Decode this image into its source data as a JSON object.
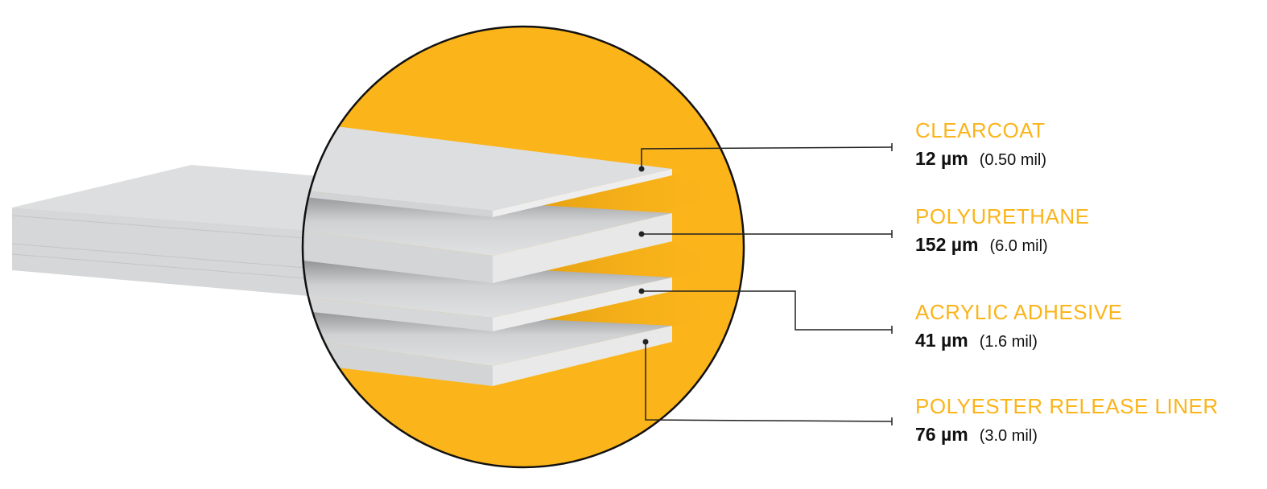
{
  "colors": {
    "accent": "#FBB41A",
    "circle_fill": "#FBB41A",
    "text_dark": "#111111",
    "layer_gray": "#DCDEE0"
  },
  "layers": [
    {
      "name": "CLEARCOAT",
      "thickness_um": "12 µm",
      "thickness_mil": "(0.50 mil)"
    },
    {
      "name": "POLYURETHANE",
      "thickness_um": "152 µm",
      "thickness_mil": "(6.0 mil)"
    },
    {
      "name": "ACRYLIC ADHESIVE",
      "thickness_um": "41 µm",
      "thickness_mil": "(1.6 mil)"
    },
    {
      "name": "POLYESTER RELEASE LINER",
      "thickness_um": "76 µm",
      "thickness_mil": "(3.0 mil)"
    }
  ]
}
